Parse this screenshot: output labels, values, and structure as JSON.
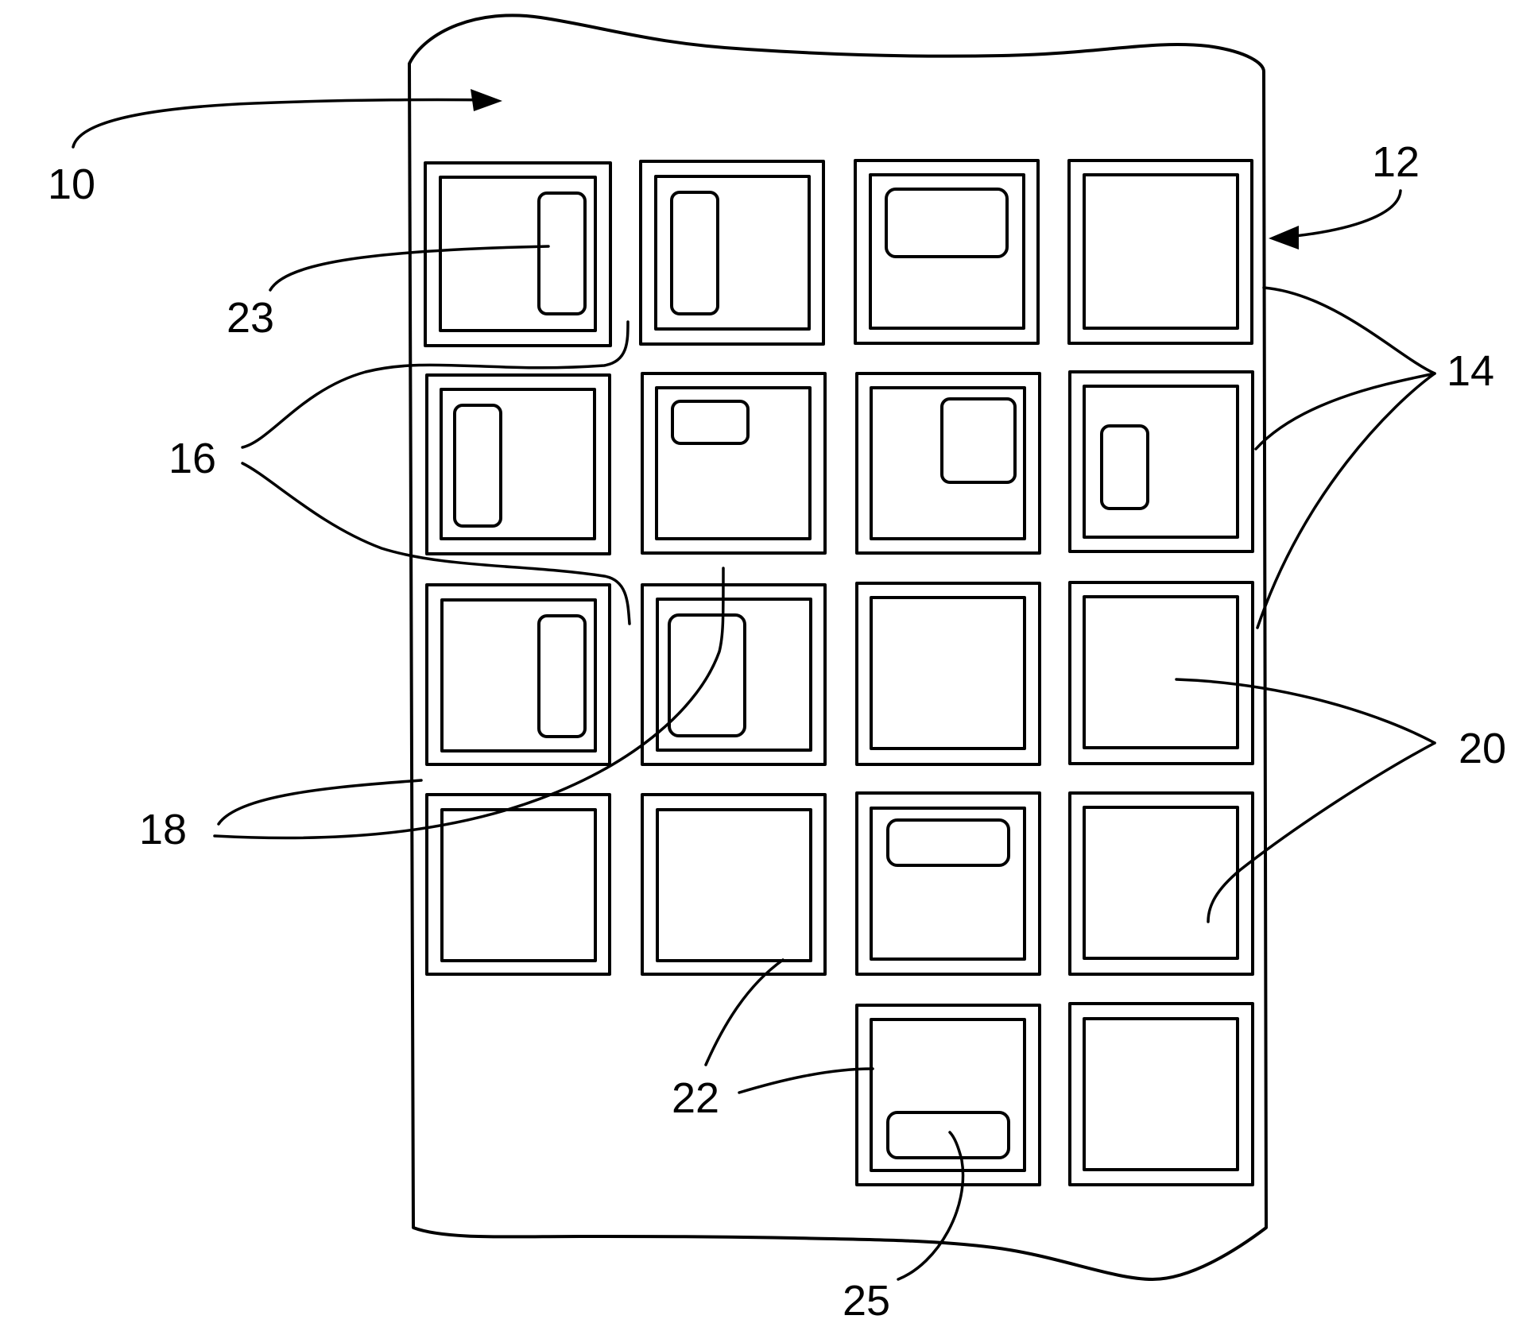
{
  "figure": {
    "reference_numerals": {
      "ref_10": "10",
      "ref_12": "12",
      "ref_14": "14",
      "ref_16": "16",
      "ref_18": "18",
      "ref_20": "20",
      "ref_22": "22",
      "ref_23": "23",
      "ref_25": "25"
    },
    "grid": {
      "columns": 4,
      "rows": 5,
      "empty_positions": [
        "row5-col1",
        "row5-col2"
      ]
    },
    "colors": {
      "ink": "#000000",
      "background": "#ffffff"
    }
  }
}
